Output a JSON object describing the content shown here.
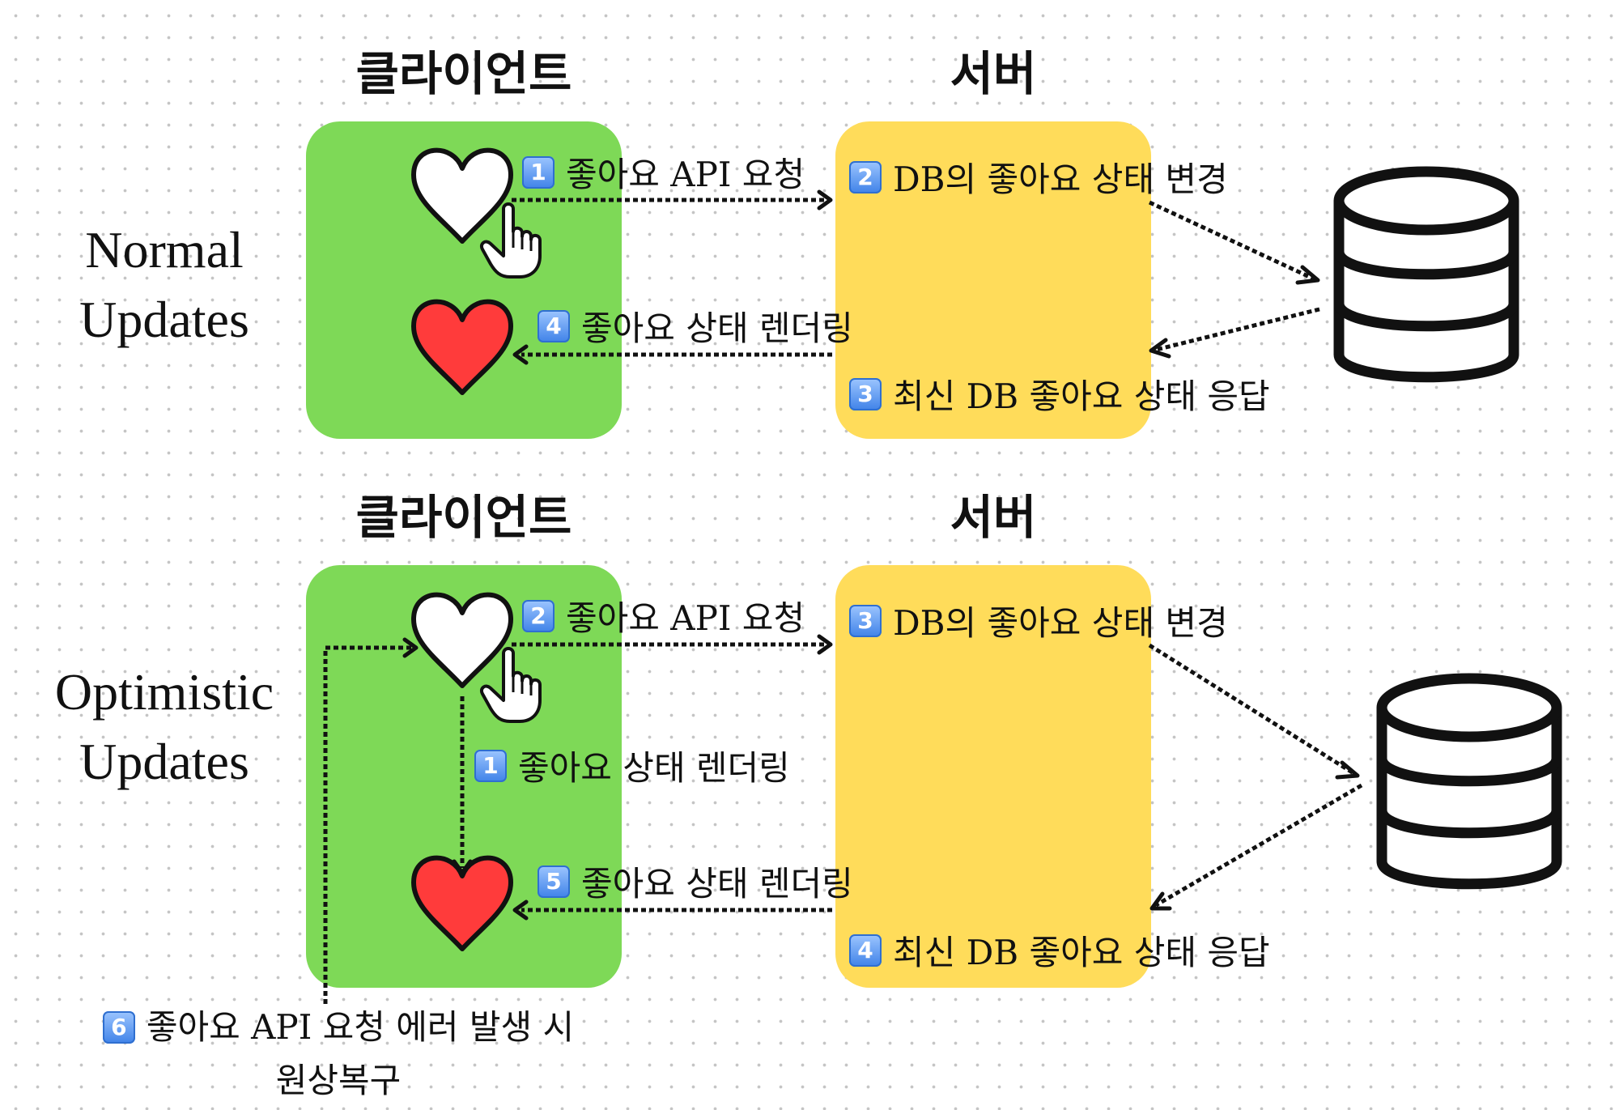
{
  "column_titles": {
    "client": "클라이언트",
    "server": "서버"
  },
  "colors": {
    "client_box": "#7ed957",
    "server_box": "#ffdc5a",
    "heart_filled": "#ff3b3b",
    "heart_empty": "#ffffff",
    "badge": "#4a8df0"
  },
  "normal": {
    "title_line1": "Normal",
    "title_line2": "Updates",
    "steps": [
      {
        "num": "1",
        "text": "좋아요 API 요청"
      },
      {
        "num": "2",
        "text": "DB의 좋아요 상태 변경"
      },
      {
        "num": "3",
        "text": "최신 DB 좋아요 상태 응답"
      },
      {
        "num": "4",
        "text": "좋아요 상태 렌더링"
      }
    ]
  },
  "optimistic": {
    "title_line1": "Optimistic",
    "title_line2": "Updates",
    "steps": [
      {
        "num": "1",
        "text": "좋아요 상태 렌더링"
      },
      {
        "num": "2",
        "text": "좋아요 API 요청"
      },
      {
        "num": "3",
        "text": "DB의 좋아요 상태 변경"
      },
      {
        "num": "4",
        "text": "최신 DB 좋아요 상태 응답"
      },
      {
        "num": "5",
        "text": "좋아요 상태 렌더링"
      }
    ],
    "error_note": {
      "num": "6",
      "line1": "좋아요 API 요청 에러 발생 시",
      "line2": "원상복구"
    }
  },
  "icons": [
    "heart-outline-icon",
    "heart-filled-icon",
    "pointer-hand-icon",
    "database-icon"
  ]
}
